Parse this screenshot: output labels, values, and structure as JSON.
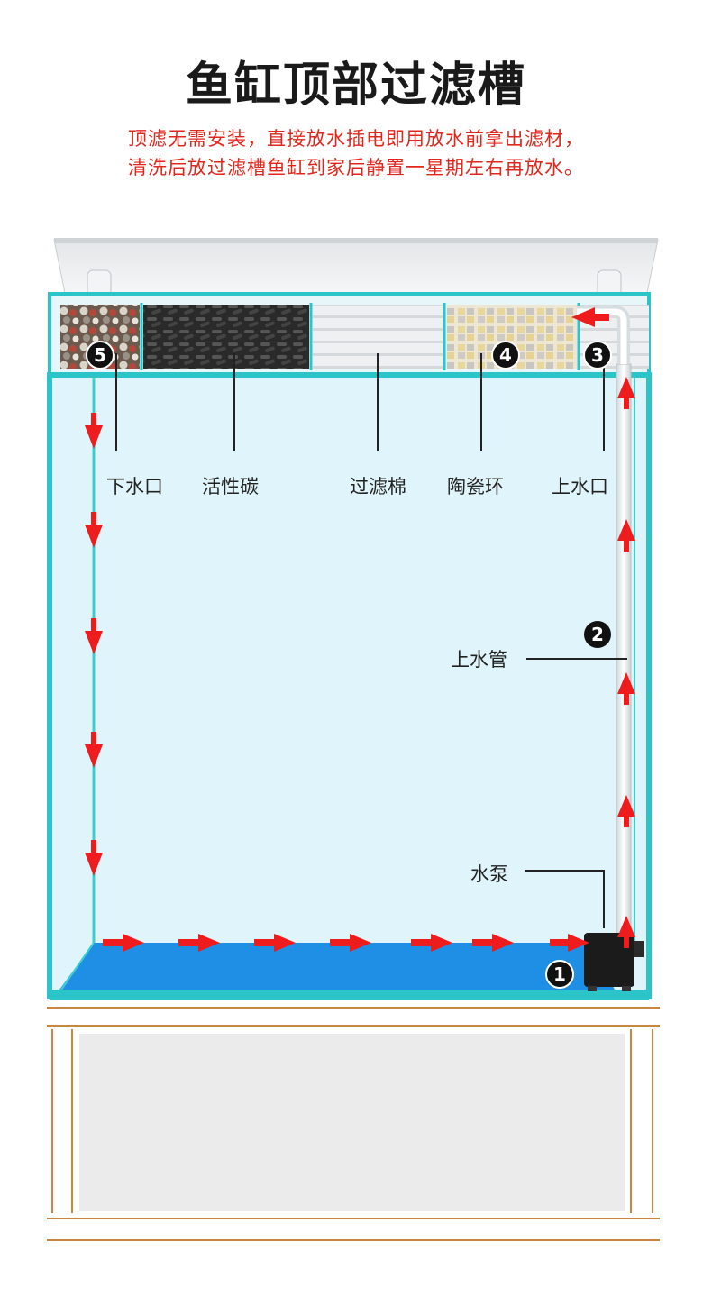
{
  "title": "鱼缸顶部过滤槽",
  "subtitle_line1": "顶滤无需安装，直接放水插电即用放水前拿出滤材，",
  "subtitle_line2": "清洗后放过滤槽鱼缸到家后静置一星期左右再放水。",
  "labels": {
    "outlet": "下水口",
    "carbon": "活性碳",
    "cotton": "过滤棉",
    "ceramic": "陶瓷环",
    "inlet": "上水口",
    "pipe": "上水管",
    "pump": "水泵"
  },
  "badges": {
    "pump": "1",
    "pipe": "2",
    "inlet": "3",
    "ceramic": "4",
    "outlet": "5"
  },
  "colors": {
    "title": "#1a1a1a",
    "subtitle": "#e1261c",
    "tank_frame": "#2bc4c8",
    "water": "#dff4fb",
    "water_bottom": "#1f8fe6",
    "arrow": "#ee1c1c",
    "cabinet_trim": "#c8863f"
  }
}
